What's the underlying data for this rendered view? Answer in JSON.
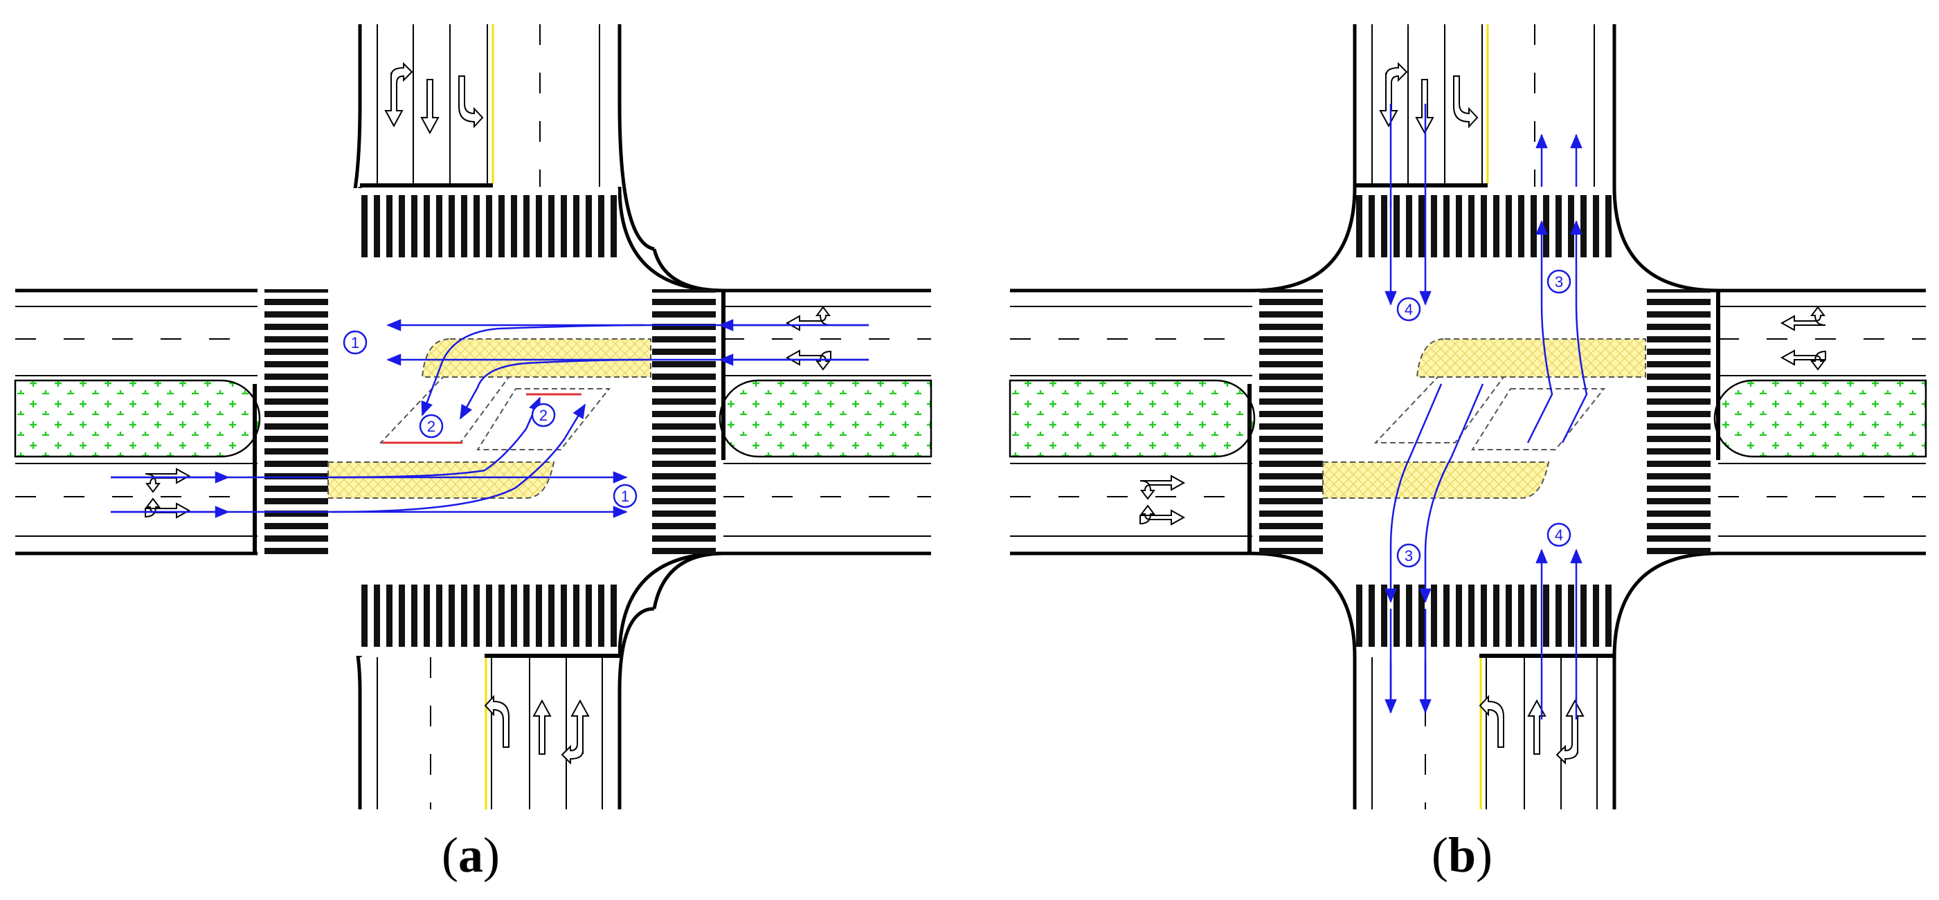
{
  "panels": [
    {
      "id": "a",
      "caption_letter": "a",
      "phase_labels": [
        "1",
        "1",
        "2",
        "2"
      ],
      "flows": "phase 1 through movements east-west, phase 2 left turns via waiting areas"
    },
    {
      "id": "b",
      "caption_letter": "b",
      "phase_labels": [
        "4",
        "3",
        "3",
        "4"
      ],
      "flows": "phase 3 left turns via waiting areas north-south, phase 4 through movements"
    }
  ],
  "caption_open": "(",
  "caption_close": ")",
  "colors": {
    "road_line": "#000000",
    "flow": "#1a1ae6",
    "median_fill": "#e9ffe9",
    "median_plus": "#22cc22",
    "waiting_area": "#fff6a8",
    "waiting_hatch": "#e6d36a",
    "yellow_line": "#f2e200",
    "stop_bar_red": "#e03030"
  }
}
